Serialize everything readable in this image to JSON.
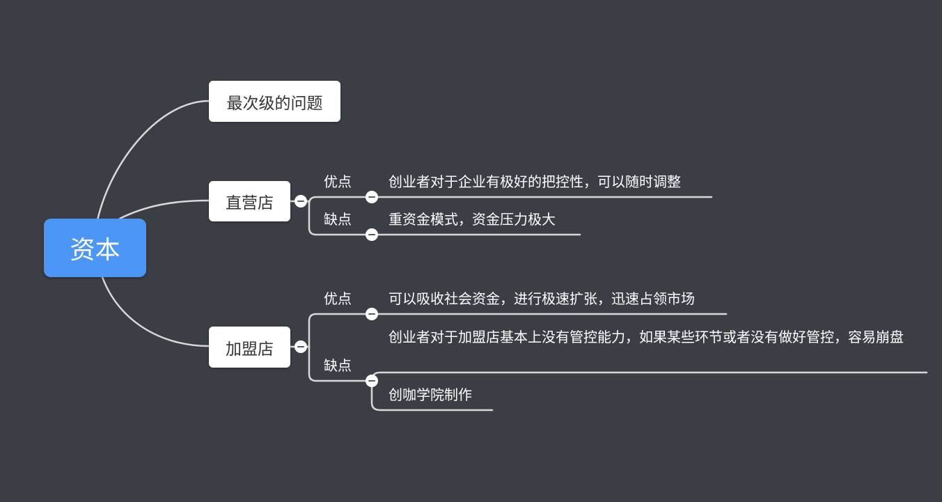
{
  "root": {
    "label": "资本"
  },
  "branches": [
    {
      "label": "最次级的问题"
    },
    {
      "label": "直营店",
      "children": [
        {
          "label": "优点",
          "children": [
            {
              "label": "创业者对于企业有极好的把控性，可以随时调整"
            }
          ]
        },
        {
          "label": "缺点",
          "children": [
            {
              "label": "重资金模式，资金压力极大"
            }
          ]
        }
      ]
    },
    {
      "label": "加盟店",
      "children": [
        {
          "label": "优点",
          "children": [
            {
              "label": "可以吸收社会资金，进行极速扩张，迅速占领市场"
            }
          ]
        },
        {
          "label": "缺点",
          "children": [
            {
              "label": "创业者对于加盟店基本上没有管控能力，如果某些环节或者没有做好管控，容易崩盘"
            },
            {
              "label": "创咖学院制作"
            }
          ]
        }
      ]
    }
  ],
  "colors": {
    "background": "#3b3e44",
    "root_fill": "#4c96f7",
    "connector": "#d9d9d9"
  }
}
